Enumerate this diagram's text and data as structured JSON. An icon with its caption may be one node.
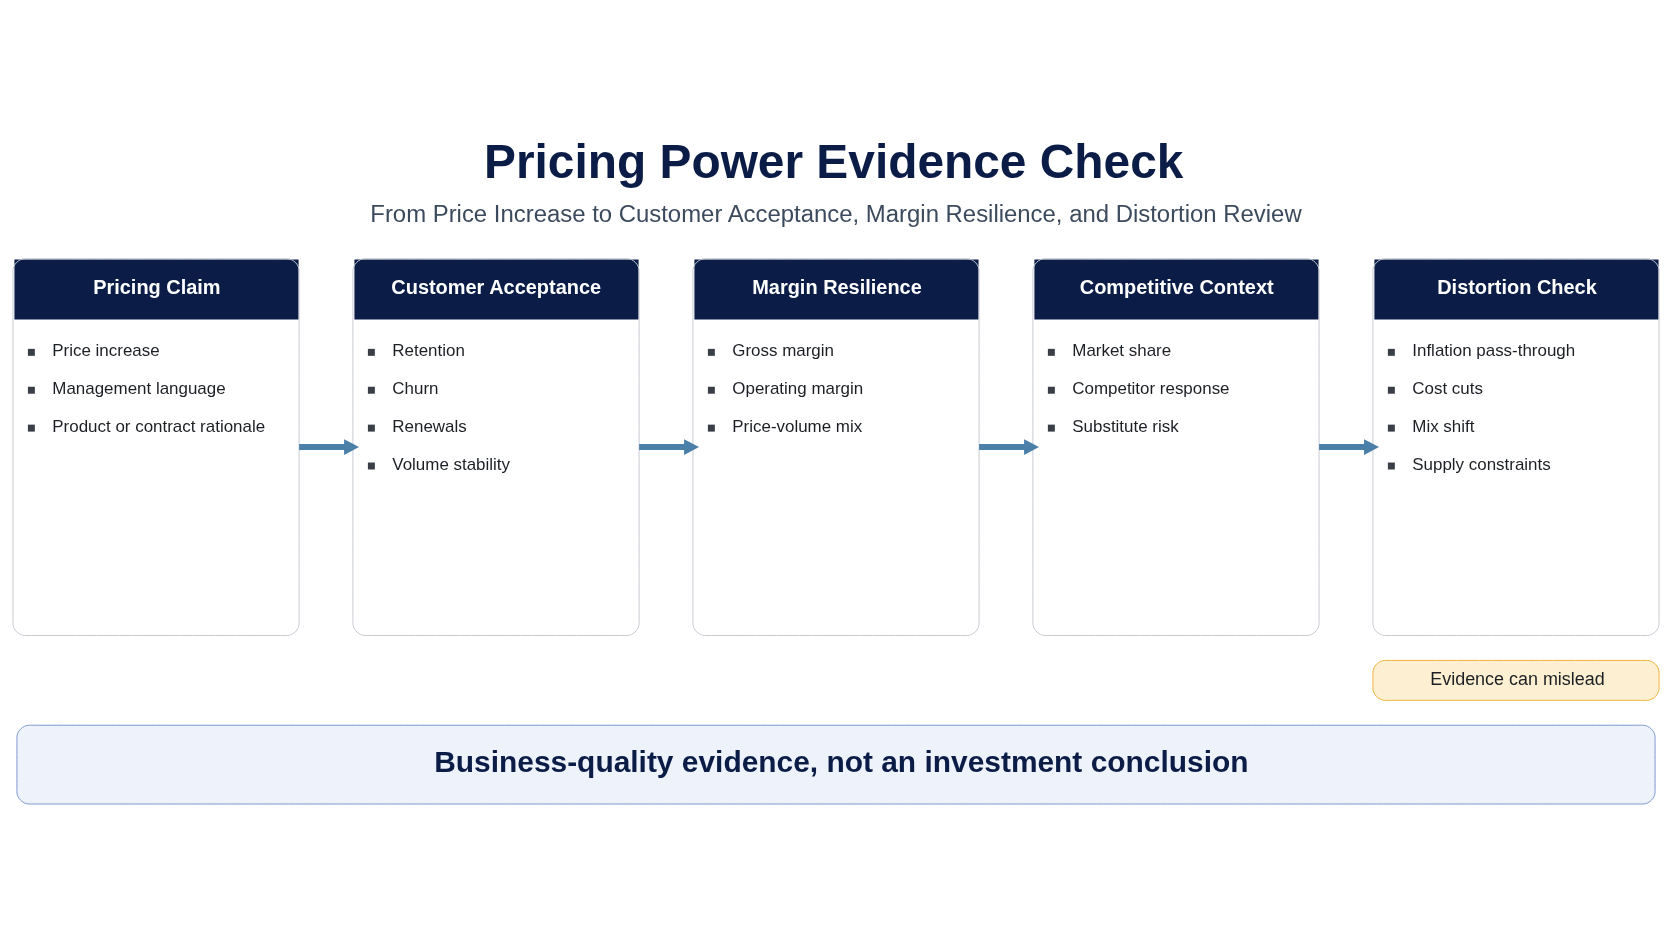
{
  "diagram": {
    "title": "Pricing Power Evidence Check",
    "nodes": [
      {
        "text": [
          "Pricing Claim",
          "Price increase",
          "Management language",
          "Product or contract rationale"
        ]
      },
      {
        "text": [
          "Customer Acceptance",
          "Retention",
          "Churn",
          "Renewals",
          "Volume stability"
        ]
      },
      {
        "text": [
          "Margin Resilience",
          "Gross margin",
          "Operating margin",
          "Price-volume mix"
        ]
      },
      {
        "text": [
          "Competitive Context",
          "Market share",
          "Competitor response",
          "Substitute risk"
        ]
      },
      {
        "text": [
          "Distortion Check",
          "Inflation pass-through",
          "Cost cuts",
          "Mix shift",
          "Supply constraints"
        ]
      },
      {
        "text": [
          "Evidence can mislead"
        ]
      },
      {
        "text": [
          "Business-quality evidence, not an investment conclusion"
        ]
      }
    ],
    "edges": [
      {
        "from": 0,
        "to": 1,
        "arrow": "to"
      },
      {
        "from": 1,
        "to": 2,
        "arrow": "to"
      },
      {
        "from": 2,
        "to": 3,
        "arrow": "to"
      },
      {
        "from": 3,
        "to": 4,
        "arrow": "to"
      }
    ],
    "labels": [
      "From Price Increase to Customer Acceptance, Margin Resilience, and Distortion Review"
    ]
  }
}
